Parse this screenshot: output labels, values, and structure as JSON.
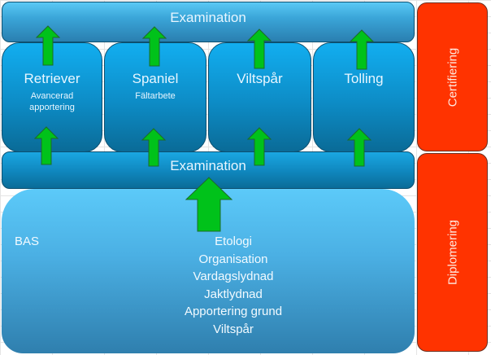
{
  "diagram": {
    "top_examination": {
      "label": "Examination"
    },
    "middle_examination": {
      "label": "Examination"
    },
    "breeds": [
      {
        "title": "Retriever",
        "subtitle_lines": [
          "Avancerad",
          "apportering"
        ]
      },
      {
        "title": "Spaniel",
        "subtitle_lines": [
          "Fältarbete"
        ]
      },
      {
        "title": "Viltspår",
        "subtitle_lines": []
      },
      {
        "title": "Tolling",
        "subtitle_lines": []
      }
    ],
    "base": {
      "label": "BAS",
      "topics": [
        "Etologi",
        "Organisation",
        "Vardagslydnad",
        "Jaktlydnad",
        "Apportering grund",
        "Viltspår"
      ]
    },
    "side_labels": {
      "upper": "Certifiering",
      "lower": "Diplomering"
    },
    "colors": {
      "box_blue": "#0d8cc6",
      "base_blue": "#5ccaf9",
      "side_red": "#ff3300",
      "arrow_green": "#00c21a"
    }
  }
}
